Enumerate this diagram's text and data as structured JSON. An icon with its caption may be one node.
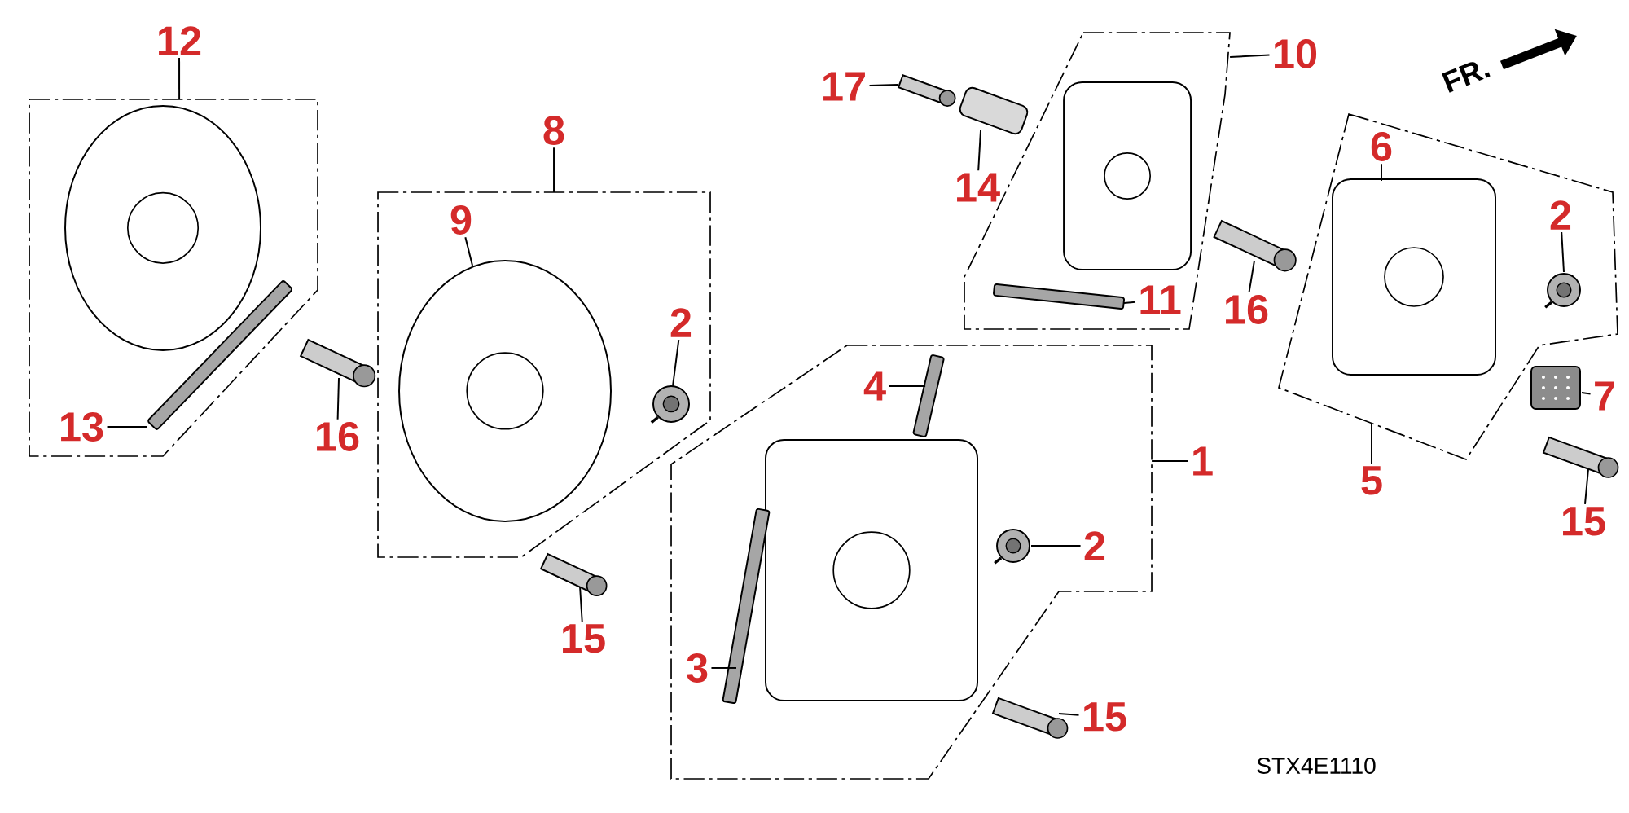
{
  "diagram": {
    "nodes": [
      {
        "text": [
          "12"
        ]
      },
      {
        "text": [],
        "shape": "box"
      },
      {
        "text": [],
        "shape": "picture",
        "in": 1
      },
      {
        "text": [
          "13"
        ],
        "in": 1
      },
      {
        "text": [],
        "shape": "picture",
        "in": 1
      },
      {
        "text": [],
        "shape": "picture"
      },
      {
        "text": [
          "16"
        ]
      },
      {
        "text": [
          "8"
        ]
      },
      {
        "text": [],
        "shape": "box"
      },
      {
        "text": [
          "9"
        ],
        "in": 8
      },
      {
        "text": [],
        "shape": "picture",
        "in": 8
      },
      {
        "text": [
          "2"
        ],
        "in": 8
      },
      {
        "text": [],
        "shape": "picture",
        "in": 8
      },
      {
        "text": [],
        "shape": "picture"
      },
      {
        "text": [
          "15"
        ]
      },
      {
        "text": [
          "17"
        ]
      },
      {
        "text": [],
        "shape": "picture"
      },
      {
        "text": [
          "10"
        ]
      },
      {
        "text": [],
        "shape": "box"
      },
      {
        "text": [],
        "shape": "picture"
      },
      {
        "text": [
          "14"
        ]
      },
      {
        "text": [],
        "shape": "picture",
        "in": 18
      },
      {
        "text": [],
        "shape": "picture",
        "in": 18
      },
      {
        "text": [
          "11"
        ],
        "in": 18
      },
      {
        "text": [],
        "shape": "picture"
      },
      {
        "text": [
          "16"
        ]
      },
      {
        "text": [],
        "shape": "box"
      },
      {
        "text": [
          "6"
        ],
        "in": 26
      },
      {
        "text": [],
        "shape": "picture",
        "in": 26
      },
      {
        "text": [
          "2"
        ],
        "in": 26
      },
      {
        "text": [],
        "shape": "picture",
        "in": 26
      },
      {
        "text": [],
        "shape": "picture"
      },
      {
        "text": [
          "7"
        ]
      },
      {
        "text": [
          "5"
        ]
      },
      {
        "text": [],
        "shape": "picture"
      },
      {
        "text": [
          "15"
        ]
      },
      {
        "text": [],
        "shape": "box"
      },
      {
        "text": [],
        "shape": "picture",
        "in": 36
      },
      {
        "text": [
          "4"
        ],
        "in": 36
      },
      {
        "text": [],
        "shape": "picture",
        "in": 36
      },
      {
        "text": [
          "1"
        ]
      },
      {
        "text": [
          "2"
        ],
        "in": 36
      },
      {
        "text": [],
        "shape": "picture",
        "in": 36
      },
      {
        "text": [
          "3"
        ],
        "in": 36
      },
      {
        "text": [],
        "shape": "picture",
        "in": 36
      },
      {
        "text": [],
        "shape": "picture"
      },
      {
        "text": [
          "15"
        ]
      }
    ],
    "edges": [
      {
        "from": 0,
        "to": 1,
        "arrow": "none"
      },
      {
        "from": 3,
        "to": 4,
        "arrow": "none"
      },
      {
        "from": 6,
        "to": 5,
        "arrow": "none"
      },
      {
        "from": 7,
        "to": 8,
        "arrow": "none"
      },
      {
        "from": 9,
        "to": 10,
        "arrow": "none"
      },
      {
        "from": 11,
        "to": 12,
        "arrow": "none"
      },
      {
        "from": 14,
        "to": 13,
        "arrow": "none"
      },
      {
        "from": 15,
        "to": 16,
        "arrow": "none"
      },
      {
        "from": 17,
        "to": 18,
        "arrow": "none"
      },
      {
        "from": 20,
        "to": 19,
        "arrow": "none"
      },
      {
        "from": 23,
        "to": 22,
        "arrow": "none"
      },
      {
        "from": 25,
        "to": 24,
        "arrow": "none"
      },
      {
        "from": 27,
        "to": 28,
        "arrow": "none"
      },
      {
        "from": 29,
        "to": 30,
        "arrow": "none"
      },
      {
        "from": 32,
        "to": 31,
        "arrow": "none"
      },
      {
        "from": 33,
        "to": 26,
        "arrow": "none"
      },
      {
        "from": 35,
        "to": 34,
        "arrow": "none"
      },
      {
        "from": 38,
        "to": 39,
        "arrow": "none"
      },
      {
        "from": 40,
        "to": 36,
        "arrow": "none"
      },
      {
        "from": 41,
        "to": 42,
        "arrow": "none"
      },
      {
        "from": 43,
        "to": 44,
        "arrow": "none"
      },
      {
        "from": 46,
        "to": 45,
        "arrow": "none"
      }
    ],
    "labels": [
      "FR.",
      "STX4E1110"
    ]
  }
}
